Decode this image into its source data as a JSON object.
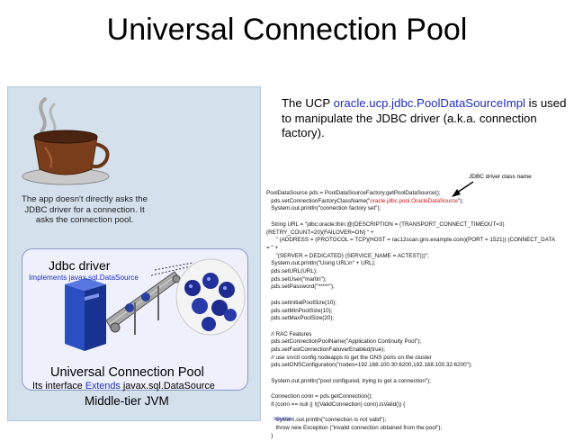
{
  "slide": {
    "title": "Universal Connection Pool"
  },
  "left_panel": {
    "app_note": "The app doesn't directly asks the JDBC driver for a connection. It asks the connection pool.",
    "jdbc_title": "Jdbc driver",
    "jdbc_subtitle": "Implements javax.sql.DataSource",
    "ucp_title": "Universal Connection Pool",
    "ucp_interface_prefix": "Its interface ",
    "ucp_interface_link": "Extends",
    "ucp_interface_suffix": " javax.sql.DataSource",
    "jvm_label": "Middle-tier JVM"
  },
  "right_panel": {
    "desc_prefix": "The UCP ",
    "desc_class": "oracle.ucp.jdbc.PoolDataSourceImpl",
    "desc_suffix": " is used to manipulate the JDBC driver (a.k.a. connection factory).",
    "jdbc_class_label": "JDBC driver class name",
    "code_line1": "PoolDataSource pds = PoolDataSourceFactory.getPoolDataSource();",
    "code_line2_prefix": "   pds.setConnectionFactoryClassName(\"",
    "code_line2_highlight": "oracle.jdbc.pool.OracleDataSource",
    "code_line2_suffix": "\");",
    "code_rest": "\n   System.out.println(\"connection factory set\");\n\n   String URL = \"jdbc:oracle:thin:@(DESCRIPTION = (TRANSPORT_CONNECT_TIMEOUT=3)\n(RETRY_COUNT=20)(FAILOVER=ON) \" +\n      \" (ADDRESS = (PROTOCOL = TCP)(HOST = rac12scan.gns.example.com)(PORT = 1521)) (CONNECT_DATA\n= \" +\n      \"(SERVER = DEDICATED) (SERVICE_NAME = ACTEST)))\";\n   System.out.println(\"Using URL\\n\" + URL);\n   pds.setURL(URL);\n   pds.setUser(\"martin\");\n   pds.setPassword(\"*****\");\n\n   pds.setInitialPoolSize(10);\n   pds.setMinPoolSize(10);\n   pds.setMaxPoolSize(20);\n\n   // RAC Features\n   pds.setConnectionPoolName(\"Application Continuity Pool\");\n   pds.setFastConnectionFailoverEnabled(true);\n   // use srvctl config nodeapps to get the ONS ports on the cluster\n   pds.setONSConfiguration(\"nodes=192.168.100.30:6200,192.168.100.32:6200\");\n\n   System.out.println(\"pool configured, trying to get a connection\");\n\n   Connection conn = pds.getConnection();\n   if (conn == null || !((ValidConnection) conn).isValid()) {\n\n      System.out.println(\"connection is not valid\");\n      throw new Exception (\"invalid connection obtained from the pool\");\n   }",
    "source_label": "source"
  },
  "colors": {
    "link_blue": "#1f2ec0",
    "highlight_red": "#d01010",
    "jvm_panel_bg": "#d4e0ec",
    "pool_box_bg": "#eef1fb",
    "pool_box_border": "#8a97c8"
  },
  "icons": {
    "coffee": "coffee-cup-icon",
    "server": "server-icon",
    "conveyor": "conveyor-belt-icon",
    "connections": "connection-pool-bowl-icon"
  }
}
